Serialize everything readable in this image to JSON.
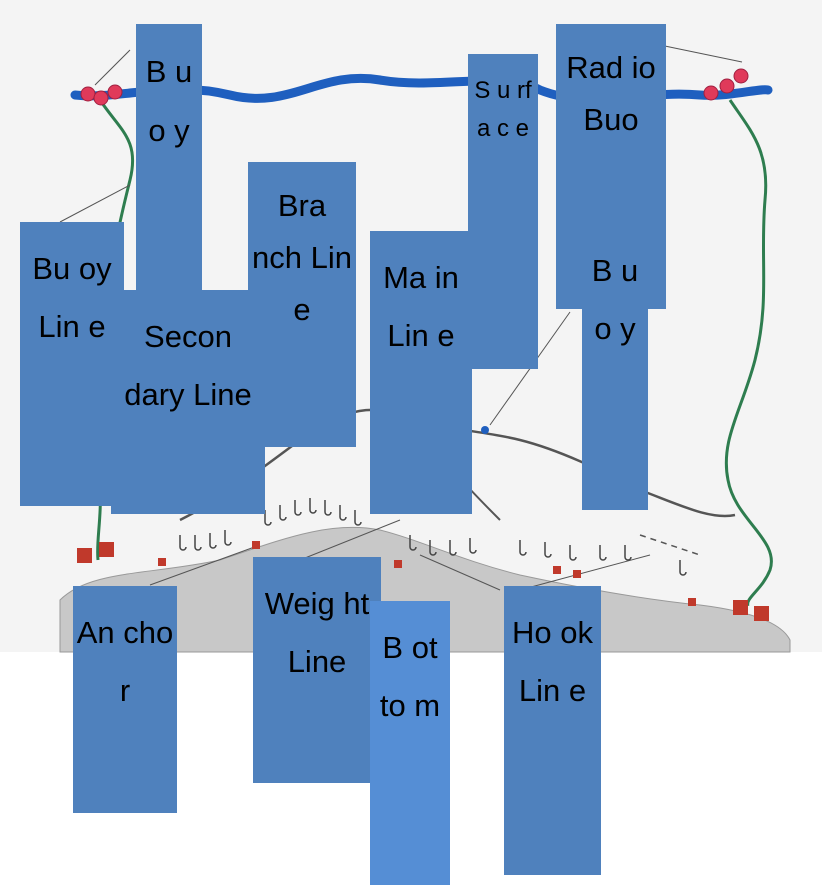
{
  "diagram": {
    "colors": {
      "surface": "#1f5fbf",
      "buoy": "#e03a5a",
      "anchor": "#c0392b",
      "buoy_line": "#2e7d4f",
      "line": "#444444",
      "bottom": "#c8c8c8",
      "label_box": "#4f81bd",
      "label_box_light": "#558ed5"
    },
    "labels": {
      "buoy": "B u o y",
      "radio_buoy": "Rad io Buo",
      "buoy_right": "B u o y",
      "surface": "S u rf a c e",
      "branch_line": "Bra nch Lin e",
      "buoy_line": "Bu oy Lin e",
      "secondary_line": "Secon dary Line",
      "main_line": "Ma in Lin e",
      "anchor": "An cho r",
      "weight_line": "Weig ht Line",
      "bottom": "B ot to m",
      "hook_line": "Ho ok Lin e"
    }
  }
}
